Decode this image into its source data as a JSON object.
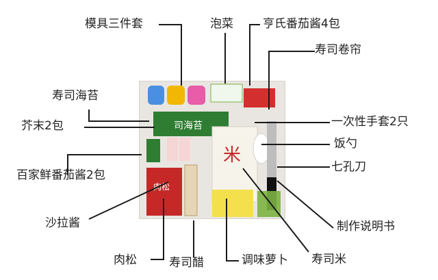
{
  "labels": {
    "mold_set": "模具三件套",
    "kimchi": "泡菜",
    "tomato_4": "亨氏番茄酱4包",
    "sushi_mat": "寿司卷帘",
    "sushi_nori": "寿司海苔",
    "gloves_2": "一次性手套2只",
    "wasabi_2": "芥末2包",
    "rice_spoon": "饭勺",
    "tomato_2": "百家鲜番茄酱2包",
    "knife": "七孔刀",
    "salad_sauce": "沙拉酱",
    "manual": "制作说明书",
    "pork_floss": "肉松",
    "sushi_vinegar": "寿司醋",
    "radish": "调味萝卜",
    "sushi_rice": "寿司米"
  },
  "packaging": {
    "nori_text": "司海苔",
    "rice_char": "米",
    "floss_char": "肉松"
  },
  "colors": {
    "line": "#1a1a1a",
    "mold_blue": "#4a90e2",
    "mold_yellow": "#f2b705",
    "mold_pink": "#e85ca8",
    "nori_green": "#2e7d32",
    "sauce_red": "#d32f2f",
    "rice_bag": "#f6f3ea",
    "radish_yellow": "#f4e04d",
    "knife_black": "#111111"
  }
}
